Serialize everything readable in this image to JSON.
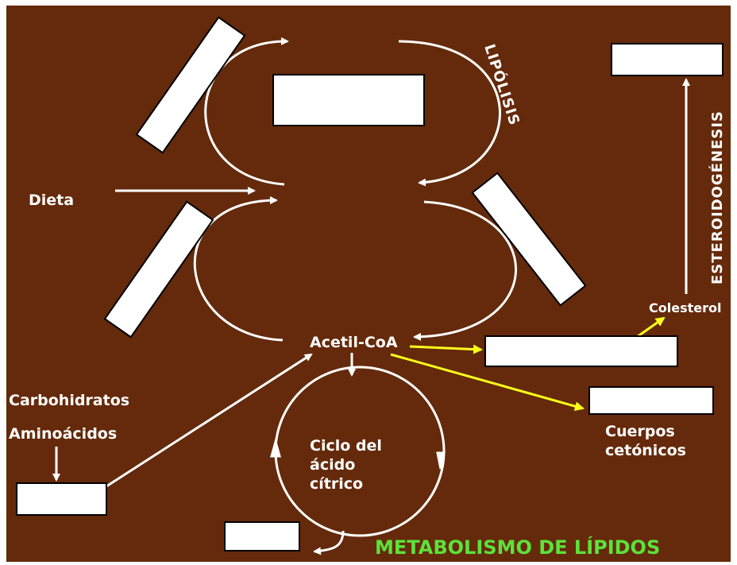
{
  "colors": {
    "background": "#652a0b",
    "arrow_white": "#ffffff",
    "arrow_yellow": "#ffff1a",
    "title": "#5be33a",
    "box": "#ffffff"
  },
  "labels": {
    "dieta": "Dieta",
    "lipolisis": "LIPÓLISIS",
    "esteroidogenesis": "ESTEROIDOGÉNESIS",
    "colesterol": "Colesterol",
    "acetil_coa": "Acetil-CoA",
    "carbohidratos": "Carbohidratos",
    "aminoacidos": "Aminoácidos",
    "ciclo_line1": "Ciclo del",
    "ciclo_line2": "ácido",
    "ciclo_line3": "cítrico",
    "cuerpos_line1": "Cuerpos",
    "cuerpos_line2": "cetónicos",
    "title": "METABOLISMO DE  LÍPIDOS"
  }
}
